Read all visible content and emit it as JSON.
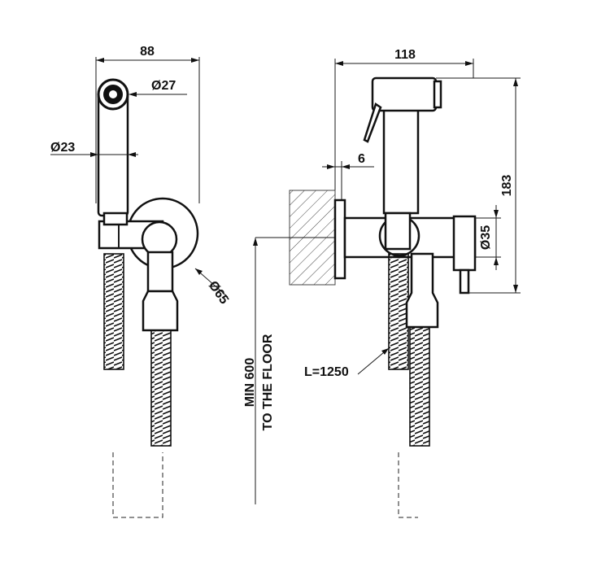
{
  "dimensions": {
    "left_width": "88",
    "head_diameter": "Ø27",
    "handle_diameter": "Ø23",
    "holder_diameter": "Ø65",
    "right_width": "118",
    "wall_gap": "6",
    "height": "183",
    "valve_diameter": "Ø35",
    "hose_length": "L=1250",
    "floor_note_line1": "MIN 600",
    "floor_note_line2": "TO THE FLOOR"
  }
}
